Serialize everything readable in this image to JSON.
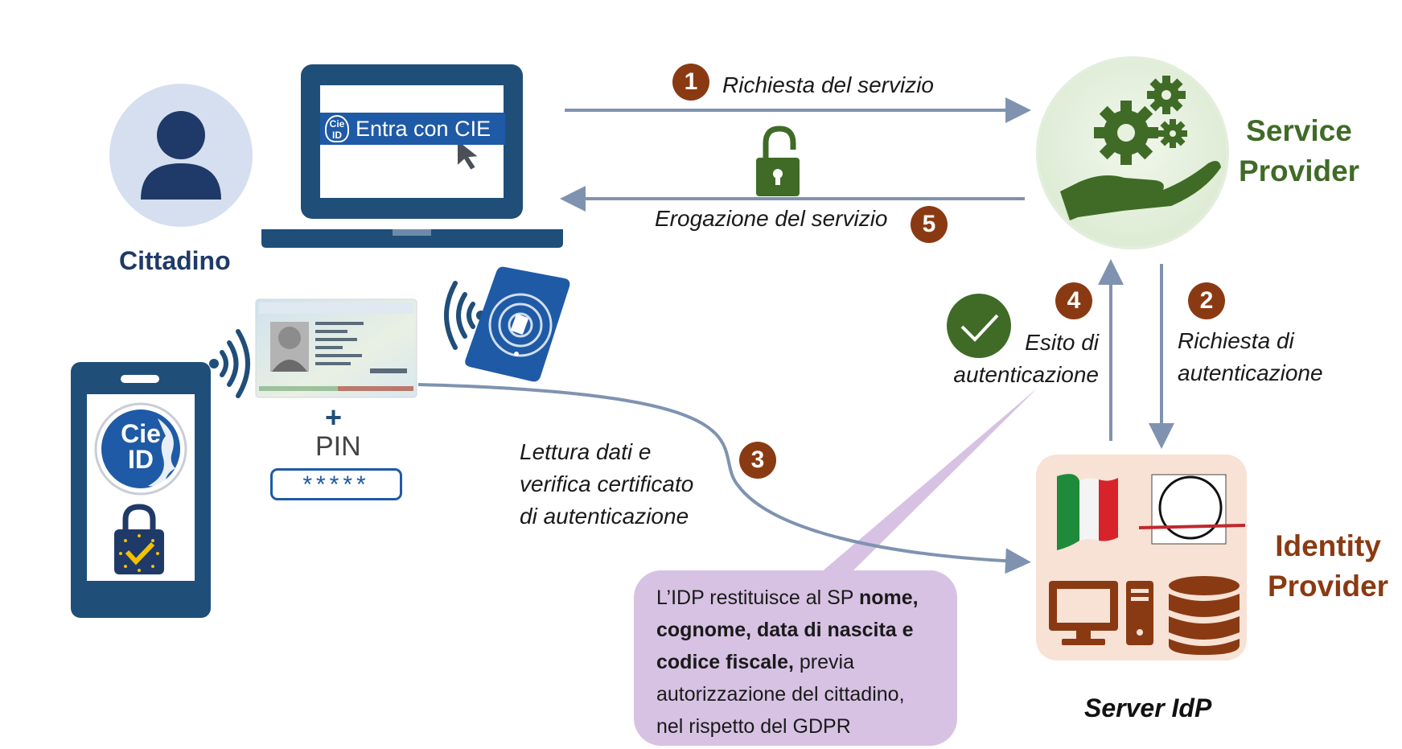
{
  "actors": {
    "citizen": "Cittadino",
    "service_provider": [
      "Service",
      "Provider"
    ],
    "identity_provider": [
      "Identity",
      "Provider"
    ],
    "server": "Server IdP"
  },
  "laptop": {
    "button_label": "Entra con CIE",
    "logo_text": [
      "Cie",
      "ID"
    ]
  },
  "phone": {
    "logo_text": [
      "Cie",
      "ID"
    ]
  },
  "card": {
    "pin_label": "PIN",
    "pin_mask": "*****",
    "plus": "+"
  },
  "steps": [
    {
      "number": "1",
      "lines": [
        "Richiesta del servizio"
      ]
    },
    {
      "number": "2",
      "lines": [
        "Richiesta di",
        "autenticazione"
      ]
    },
    {
      "number": "3",
      "lines": [
        "Lettura dati e",
        "verifica certificato",
        "di autenticazione"
      ]
    },
    {
      "number": "4",
      "lines": [
        "Esito di",
        "autenticazione"
      ]
    },
    {
      "number": "5",
      "lines": [
        "Erogazione del servizio"
      ]
    }
  ],
  "callout": {
    "part1": "L’IDP restituisce al SP ",
    "bold": "nome, cognome, data di nascita e codice fiscale,",
    "part2": " previa autorizzazione del cittadino, nel rispetto del GDPR"
  },
  "colors": {
    "navy": "#1f4e79",
    "arrow": "#7f93b0",
    "step_badge": "#8a3a12",
    "sp_green": "#3f6b26",
    "idp_brown": "#8a3a12",
    "callout": "#d7c2e3"
  }
}
